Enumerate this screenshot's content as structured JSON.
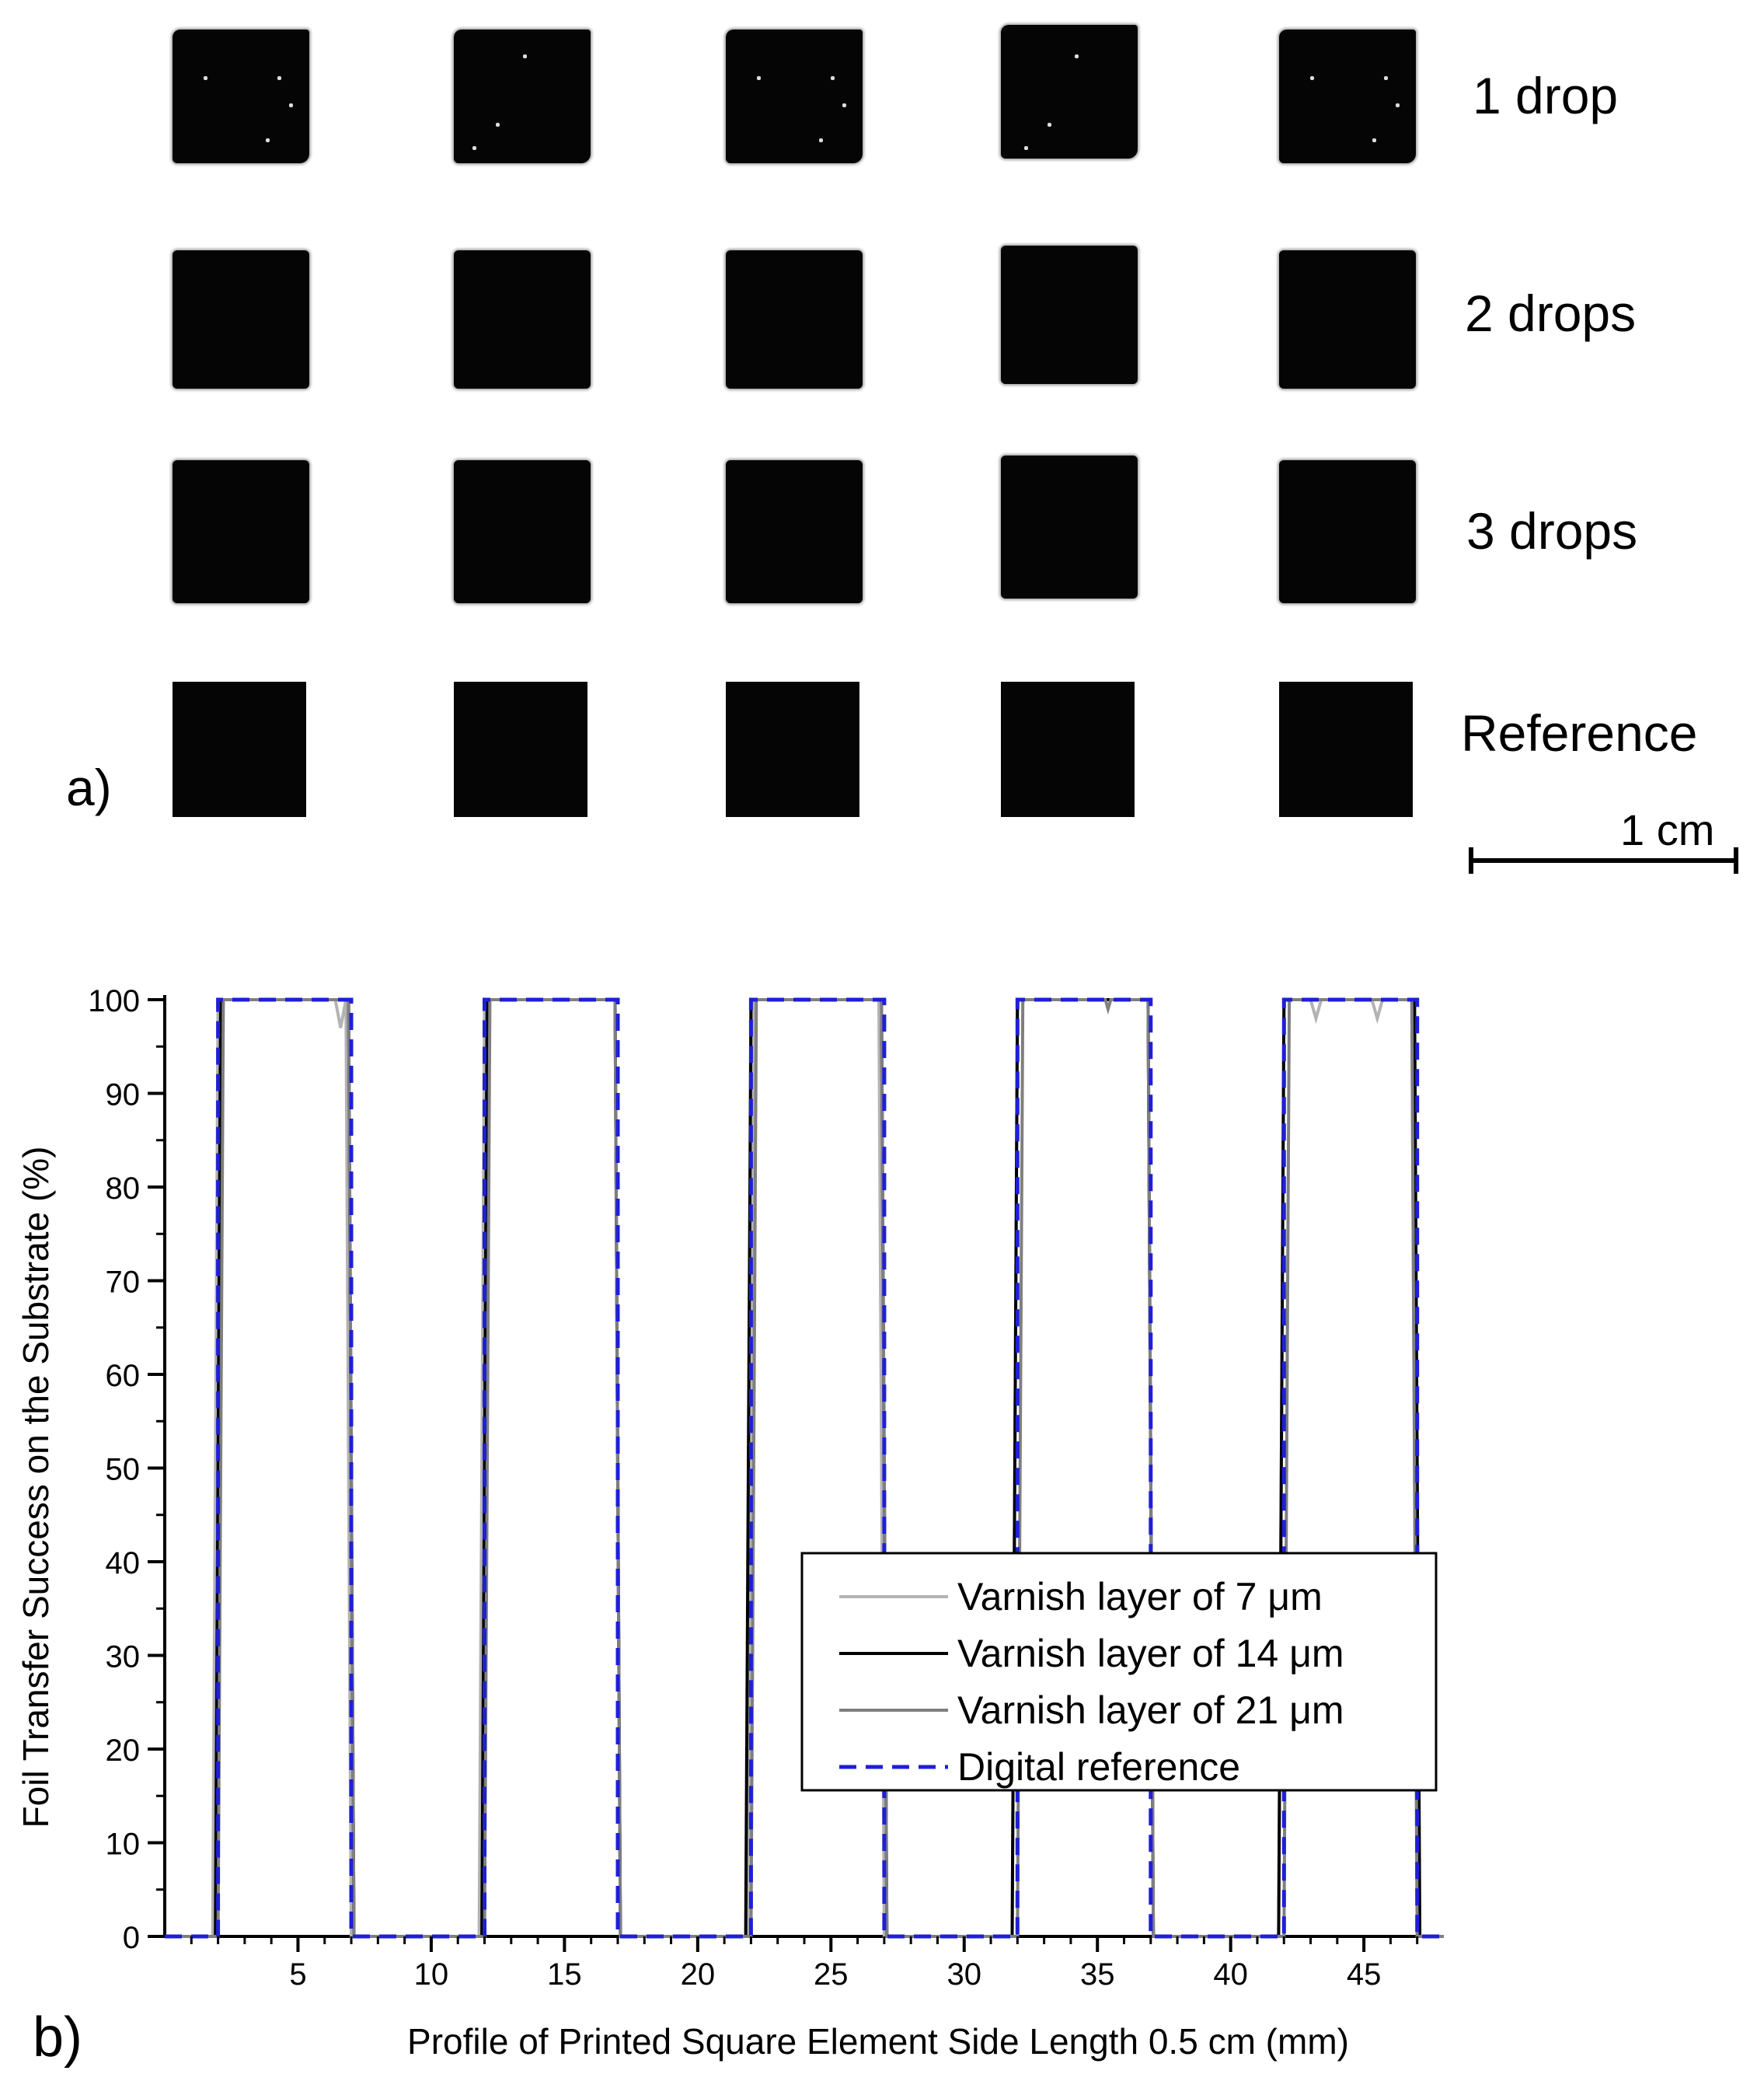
{
  "panel_a": {
    "letter": "a)",
    "rows": [
      {
        "label": "1 drop"
      },
      {
        "label": "2 drops"
      },
      {
        "label": "3 drops"
      },
      {
        "label": "Reference"
      }
    ],
    "scale_bar_label": "1 cm"
  },
  "panel_b": {
    "letter": "b)"
  },
  "chart_data": {
    "type": "line",
    "xlabel": "Profile of Printed Square Element Side Length 0.5 cm (mm)",
    "ylabel": "Foil Transfer Success on the Substrate (%)",
    "xlim": [
      0,
      48
    ],
    "ylim": [
      0,
      100
    ],
    "xticks": [
      5,
      10,
      15,
      20,
      25,
      30,
      35,
      40,
      45
    ],
    "yticks": [
      0,
      10,
      20,
      30,
      40,
      50,
      60,
      70,
      80,
      90,
      100
    ],
    "grid": false,
    "legend_position": "lower-right",
    "series": [
      {
        "name": "Varnish layer of 7 μm",
        "color": "#b3b3b3",
        "style": "solid",
        "x": [
          0,
          1.8,
          2.0,
          6.4,
          6.6,
          6.8,
          7.0,
          11.8,
          12.0,
          16.9,
          17.1,
          21.9,
          22.1,
          26.8,
          27.0,
          31.8,
          32.0,
          36.9,
          37.1,
          41.8,
          42.0,
          43.0,
          43.2,
          43.4,
          45.3,
          45.5,
          45.7,
          46.8,
          47.0,
          48
        ],
        "y": [
          0,
          0,
          100,
          100,
          97,
          100,
          0,
          0,
          100,
          100,
          0,
          0,
          100,
          100,
          0,
          0,
          100,
          100,
          0,
          0,
          100,
          100,
          98,
          100,
          100,
          98,
          100,
          100,
          0,
          0
        ]
      },
      {
        "name": "Varnish layer of 14 μm",
        "color": "#000000",
        "style": "solid",
        "x": [
          0,
          1.9,
          2.1,
          6.9,
          7.1,
          11.9,
          12.1,
          16.9,
          17.1,
          21.8,
          22.0,
          26.9,
          27.1,
          31.8,
          32.0,
          36.9,
          37.1,
          41.8,
          42.0,
          46.9,
          47.1,
          48
        ],
        "y": [
          0,
          0,
          100,
          100,
          0,
          0,
          100,
          100,
          0,
          0,
          100,
          100,
          0,
          0,
          100,
          100,
          0,
          0,
          100,
          100,
          0,
          0
        ]
      },
      {
        "name": "Varnish layer of 21 μm",
        "color": "#7f7f7f",
        "style": "solid",
        "x": [
          0,
          2.0,
          2.2,
          6.9,
          7.1,
          12.0,
          12.2,
          16.9,
          17.1,
          22.0,
          22.2,
          26.9,
          27.1,
          32.0,
          32.2,
          35.3,
          35.4,
          35.5,
          36.9,
          37.1,
          42.0,
          42.2,
          46.8,
          47.0,
          48
        ],
        "y": [
          0,
          0,
          100,
          100,
          0,
          0,
          100,
          100,
          0,
          0,
          100,
          100,
          0,
          0,
          100,
          100,
          99,
          100,
          100,
          0,
          0,
          100,
          100,
          0,
          0
        ]
      },
      {
        "name": "Digital reference",
        "color": "#1f1fd6",
        "style": "dashed",
        "x": [
          0,
          2,
          2,
          7,
          7,
          12,
          12,
          17,
          17,
          22,
          22,
          27,
          27,
          32,
          32,
          37,
          37,
          42,
          42,
          47,
          47,
          48
        ],
        "y": [
          0,
          0,
          100,
          100,
          0,
          0,
          100,
          100,
          0,
          0,
          100,
          100,
          0,
          0,
          100,
          100,
          0,
          0,
          100,
          100,
          0,
          0
        ]
      }
    ]
  }
}
